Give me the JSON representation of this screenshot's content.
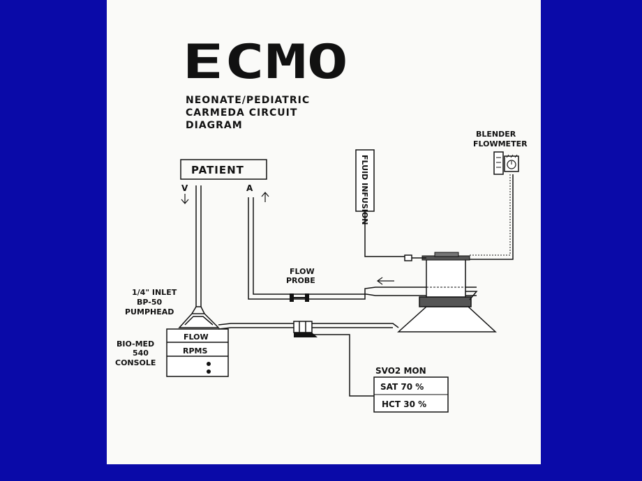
{
  "title": "ECMO",
  "subtitle": [
    "NEONATE/PEDIATRIC",
    "CARMEDA CIRCUIT",
    "DIAGRAM"
  ],
  "labels": {
    "patient": "PATIENT",
    "venous": "V",
    "arterial": "A",
    "fluid_infusion": "FLUID INFUSION",
    "blender": "BLENDER",
    "flowmeter": "FLOWMETER",
    "flow_probe_1": "FLOW",
    "flow_probe_2": "PROBE",
    "inlet_1": "1/4\" INLET",
    "inlet_2": "BP-50",
    "inlet_3": "PUMPHEAD",
    "console_1": "BIO-MED",
    "console_2": "540",
    "console_3": "CONSOLE",
    "flow": "FLOW",
    "rpms": "RPMS",
    "svo2": "SVO2 MON",
    "sat": "SAT 70 %",
    "hct": "HCT 30 %"
  },
  "colors": {
    "background": "#0a0aa8",
    "slide": "#fafaf8",
    "ink": "#111111"
  }
}
